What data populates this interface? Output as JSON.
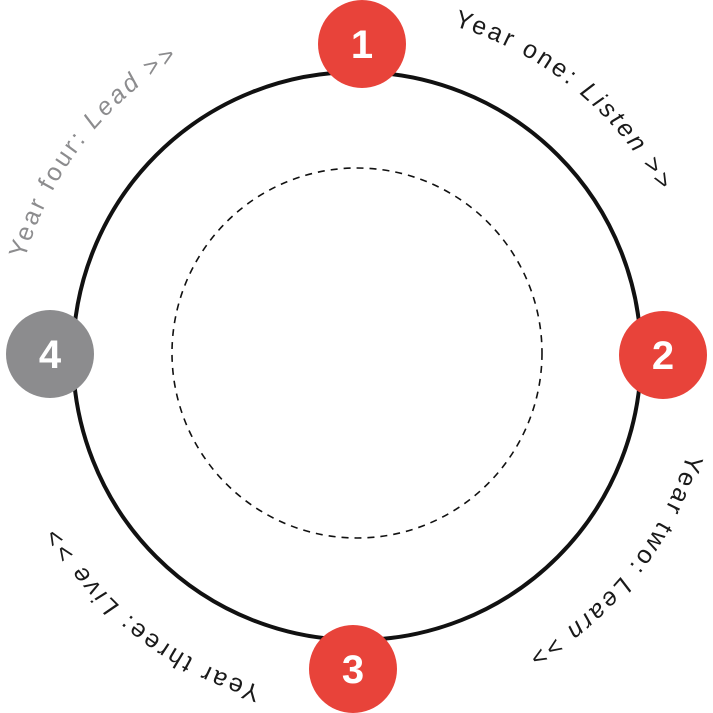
{
  "colors": {
    "active": "#e8433a",
    "inactive": "#8c8c8e",
    "ring": "#111111",
    "text_dark": "#1a1a1a",
    "text_light": "#8c8c8e"
  },
  "steps": [
    {
      "number": "1",
      "state": "active",
      "prefix": "Year one: ",
      "emphasis": "Listen",
      "suffix": " >>"
    },
    {
      "number": "2",
      "state": "active",
      "prefix": "Year two: ",
      "emphasis": "Learn",
      "suffix": " >>"
    },
    {
      "number": "3",
      "state": "active",
      "prefix": "Year three: ",
      "emphasis": "Live",
      "suffix": " >>"
    },
    {
      "number": "4",
      "state": "inactive",
      "prefix": "Year four: ",
      "emphasis": "Lead",
      "suffix": " >>"
    }
  ]
}
